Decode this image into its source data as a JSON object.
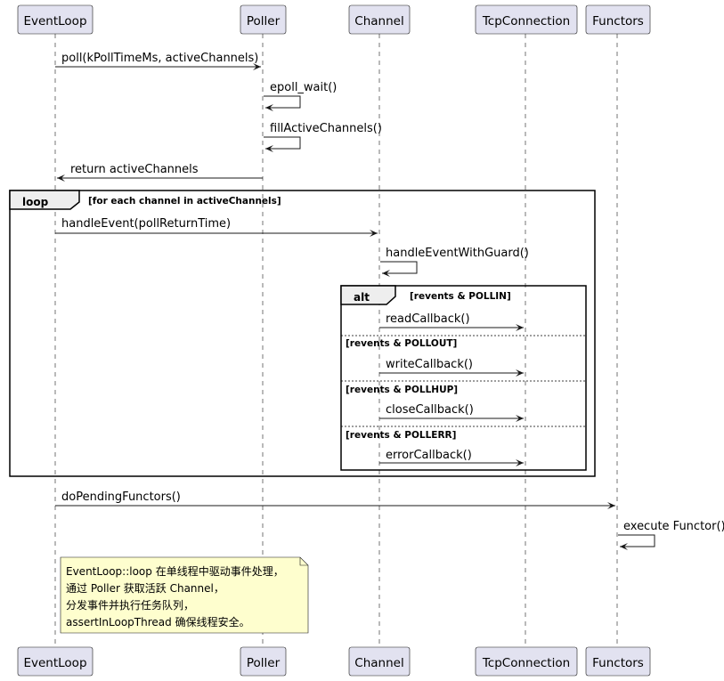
{
  "participants": [
    "EventLoop",
    "Poller",
    "Channel",
    "TcpConnection",
    "Functors"
  ],
  "messages": {
    "poll": "poll(kPollTimeMs, activeChannels)",
    "epoll_wait": "epoll_wait()",
    "fill": "fillActiveChannels()",
    "return": "return activeChannels",
    "handle_event": "handleEvent(pollReturnTime)",
    "with_guard": "handleEventWithGuard()",
    "read": "readCallback()",
    "write": "writeCallback()",
    "close": "closeCallback()",
    "error": "errorCallback()",
    "pending": "doPendingFunctors()",
    "execute": "execute Functor()"
  },
  "loop_fragment": {
    "keyword": "loop",
    "guard": "[for each channel in activeChannels]"
  },
  "alt_fragment": {
    "keyword": "alt",
    "guard": "[revents & POLLIN]",
    "else_guards": [
      "[revents & POLLOUT]",
      "[revents & POLLHUP]",
      "[revents & POLLERR]"
    ]
  },
  "note": {
    "lines": [
      "EventLoop::loop 在单线程中驱动事件处理，",
      "通过 Poller 获取活跃 Channel，",
      "分发事件并执行任务队列，",
      "assertInLoopThread 确保线程安全。"
    ]
  },
  "colors": {
    "participant_fill": "#e2e2f0",
    "participant_border": "#181818",
    "note_fill": "#fbfb77",
    "fragment_header": "#eeeeee"
  }
}
